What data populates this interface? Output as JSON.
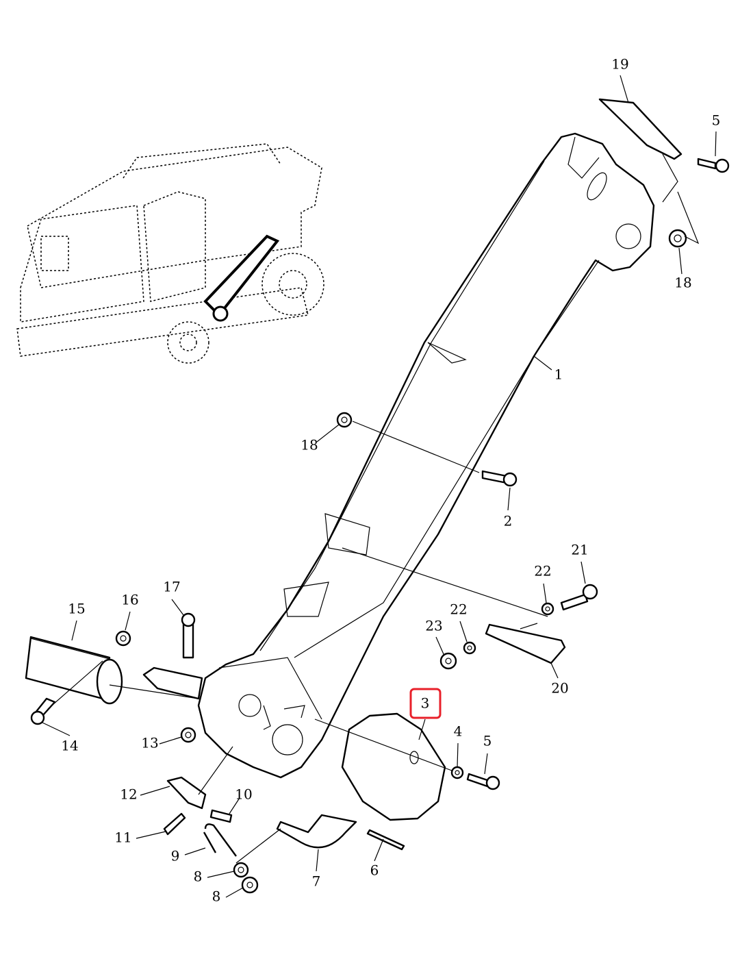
{
  "diagram": {
    "callouts": [
      "19",
      "5",
      "18",
      "1",
      "18",
      "2",
      "21",
      "22",
      "22",
      "23",
      "20",
      "17",
      "16",
      "15",
      "14",
      "13",
      "3",
      "4",
      "5",
      "12",
      "10",
      "11",
      "9",
      "8",
      "8",
      "7",
      "6"
    ],
    "highlighted_callout": "3",
    "highlight_color": "#e8202a"
  }
}
